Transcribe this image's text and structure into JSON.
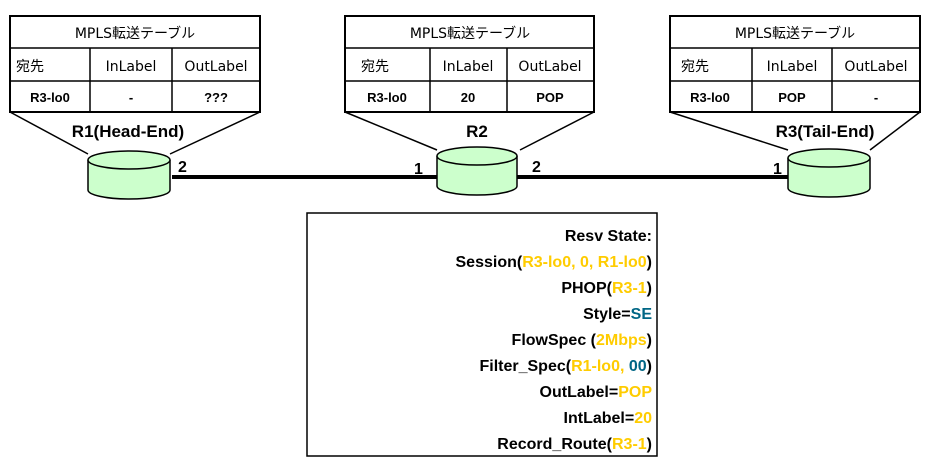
{
  "tables": [
    {
      "title": "MPLS転送テーブル",
      "headers": [
        "宛先",
        "InLabel",
        "OutLabel"
      ],
      "row": [
        "R3-lo0",
        "-",
        "???"
      ]
    },
    {
      "title": "MPLS転送テーブル",
      "headers": [
        "宛先",
        "InLabel",
        "OutLabel"
      ],
      "row": [
        "R3-lo0",
        "20",
        "POP"
      ]
    },
    {
      "title": "MPLS転送テーブル",
      "headers": [
        "宛先",
        "InLabel",
        "OutLabel"
      ],
      "row": [
        "R3-lo0",
        "POP",
        "-"
      ]
    }
  ],
  "routers": [
    {
      "name": "R1(Head-End)"
    },
    {
      "name": "R2"
    },
    {
      "name": "R3(Tail-End)"
    }
  ],
  "ports": {
    "r1_right": "2",
    "r2_left": "1",
    "r2_right": "2",
    "r3_left": "1"
  },
  "colors": {
    "router_fill": "#ccffcc",
    "highlight_yellow": "#ffcc00",
    "highlight_teal": "#006685"
  },
  "resv_state": {
    "title": "Resv State:",
    "session": {
      "label": "Session(",
      "value": "R3-lo0, 0, R1-lo0",
      "close": ")"
    },
    "phop": {
      "label": "PHOP(",
      "value": "R3-1",
      "close": ")"
    },
    "style": {
      "label": "Style=",
      "value": "SE"
    },
    "flowspec": {
      "label": "FlowSpec (",
      "value": "2Mbps",
      "close": ")"
    },
    "filter_spec": {
      "label": "Filter_Spec(",
      "value": "R1-lo0,",
      "value2": "00",
      "close": ")"
    },
    "outlabel": {
      "label": "OutLabel=",
      "value": "POP"
    },
    "intlabel": {
      "label": "IntLabel=",
      "value": "20"
    },
    "record_route": {
      "label": "Record_Route(",
      "value": "R3-1",
      "close": ")"
    }
  }
}
